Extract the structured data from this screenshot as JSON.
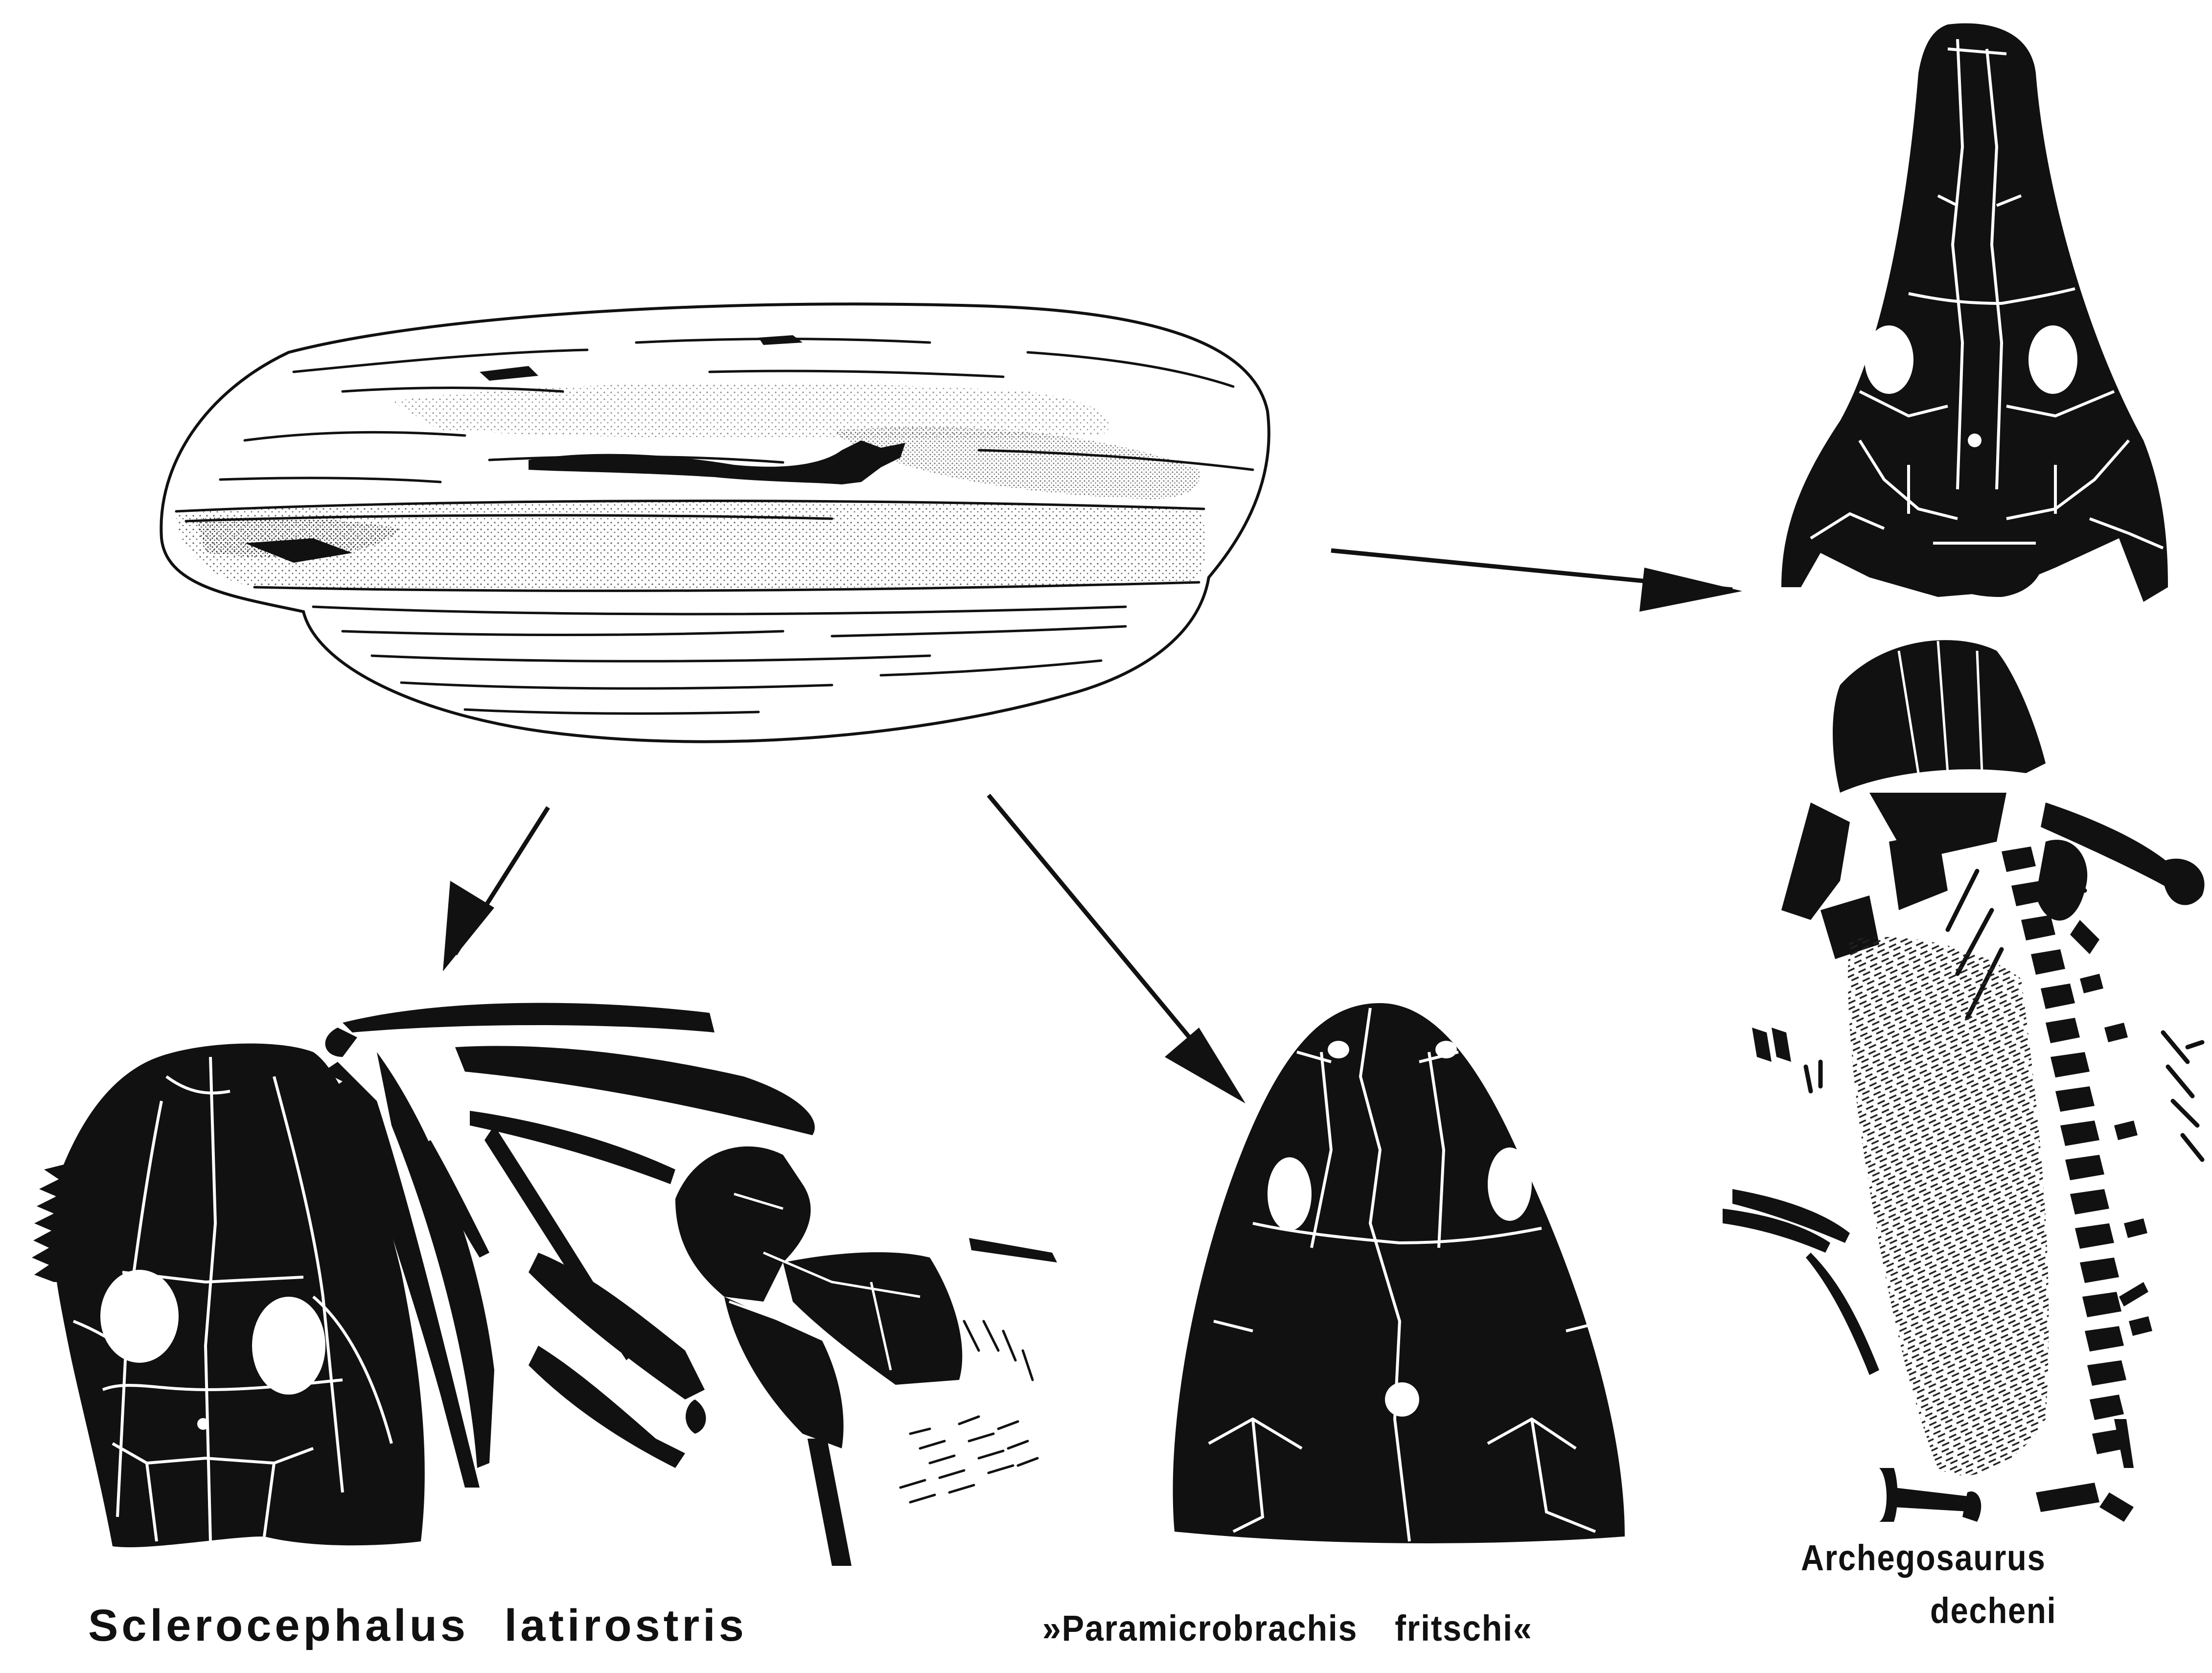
{
  "labels": {
    "sclerocephalus": "Sclerocephalus latirostris",
    "paramicrobrachis": "»Paramicrobrachis fritschi«",
    "archegosaurus_line1": "Archegosaurus",
    "archegosaurus_line2": "decheni"
  },
  "colors": {
    "ink": "#111111",
    "paper": "#ffffff",
    "stipple": "#8a8a8a"
  }
}
